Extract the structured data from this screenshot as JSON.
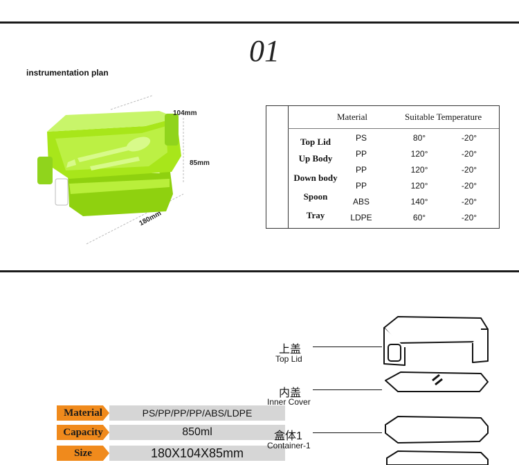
{
  "section": {
    "number": "01",
    "title": "instrumentation plan"
  },
  "dimensions": {
    "width": "104mm",
    "height": "85mm",
    "length": "180mm"
  },
  "material_table": {
    "headers": {
      "material": "Material",
      "temperature": "Suitable Temperature"
    },
    "rows": [
      {
        "part": "Top Lid",
        "material": "PS",
        "max": "80°",
        "min": "-20°"
      },
      {
        "part": "Up Body",
        "material": "PP",
        "max": "120°",
        "min": "-20°"
      },
      {
        "part": "Down body",
        "material": "PP",
        "max": "120°",
        "min": "-20°"
      },
      {
        "part": "Spoon",
        "material": "PP",
        "max": "120°",
        "min": "-20°"
      },
      {
        "part": "Tray",
        "material": "ABS",
        "max": "140°",
        "min": "-20°"
      },
      {
        "part": "",
        "material": "LDPE",
        "max": "60°",
        "min": "-20°"
      }
    ]
  },
  "specs": [
    {
      "label": "Material",
      "value": "PS/PP/PP/PP/ABS/LDPE"
    },
    {
      "label": "Capacity",
      "value": "850ml"
    },
    {
      "label": "Size",
      "value": "180X104X85mm"
    }
  ],
  "parts": [
    {
      "cn": "上盖",
      "en": "Top Lid"
    },
    {
      "cn": "内盖",
      "en": "Inner Cover"
    },
    {
      "cn": "盒体1",
      "en": "Container-1"
    }
  ],
  "colors": {
    "box_green": "#a8e61a",
    "label_orange": "#f08a1c",
    "value_gray": "#d6d6d6"
  }
}
